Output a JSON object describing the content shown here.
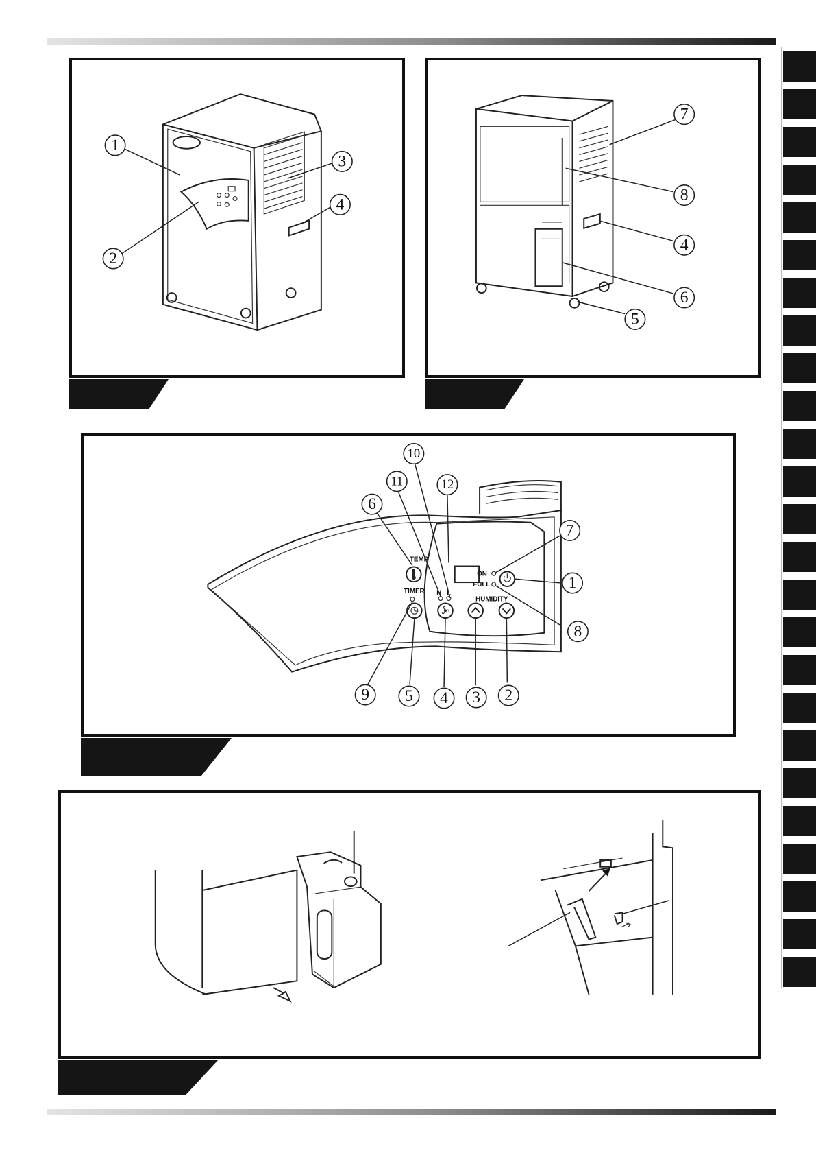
{
  "figures": {
    "front": {
      "callouts": [
        "1",
        "2",
        "3",
        "4"
      ]
    },
    "back": {
      "callouts": [
        "7",
        "8",
        "4",
        "6",
        "5"
      ]
    },
    "panel": {
      "callouts": [
        "10",
        "11",
        "12",
        "6",
        "7",
        "1",
        "8",
        "9",
        "5",
        "4",
        "3",
        "2"
      ],
      "labels": {
        "temp": "TEMP",
        "timer": "TIMER",
        "on": "ON",
        "full": "FULL",
        "humidity": "HUMIDITY",
        "fan_hi": "H",
        "fan_lo": "L"
      }
    }
  },
  "icons": [
    "thermometer-icon",
    "clock-icon",
    "fan-icon",
    "arrow-up-icon",
    "arrow-down-icon",
    "power-icon",
    "arrow-icon"
  ]
}
